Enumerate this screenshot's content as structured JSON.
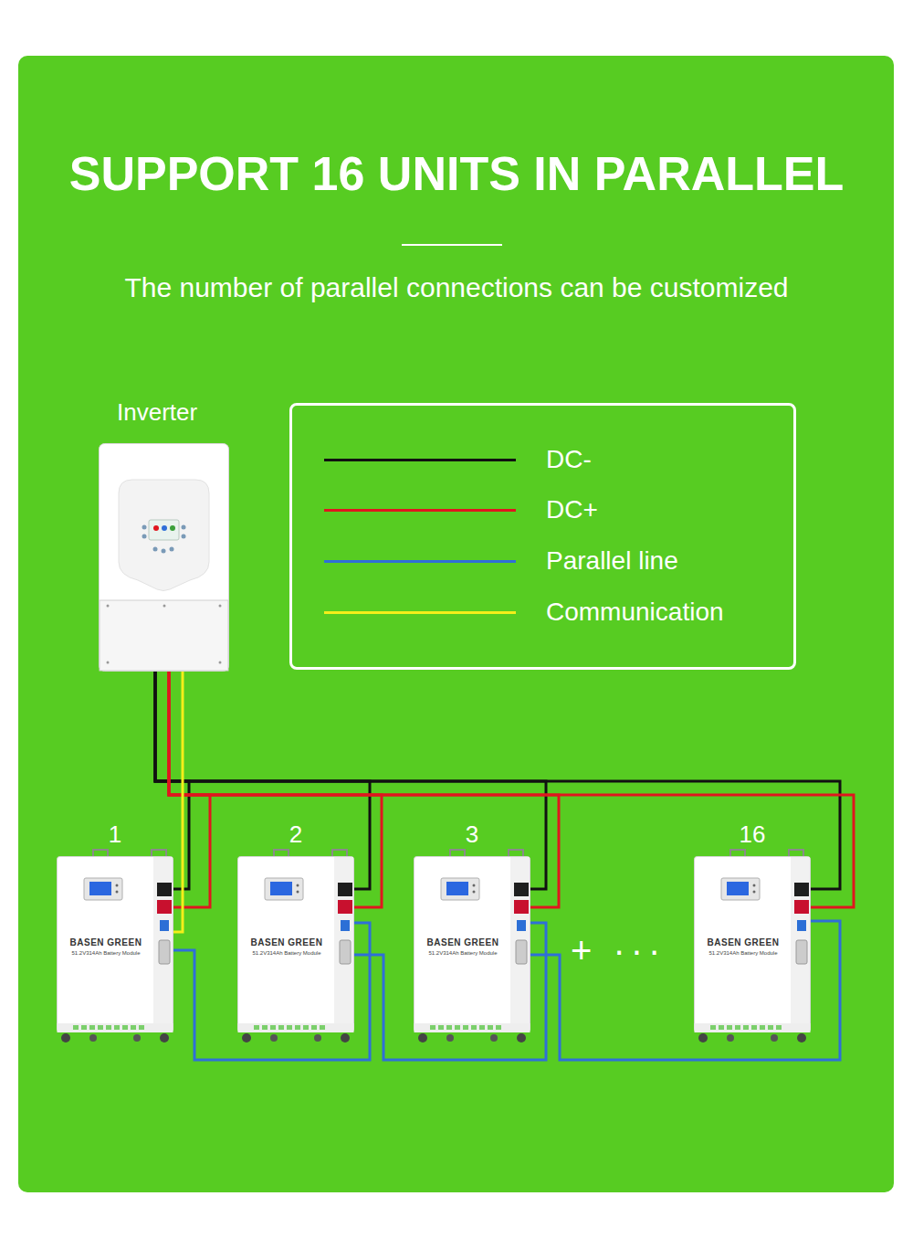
{
  "diagram": {
    "title": "SUPPORT 16 UNITS IN PARALLEL",
    "caption": "The number of parallel connections can be customized",
    "nodes": [
      {
        "text": [
          "Inverter"
        ]
      },
      {
        "text": [
          "1",
          "BASEN GREEN",
          "51.2V314Ah Battery Module"
        ]
      },
      {
        "text": [
          "2",
          "BASEN GREEN",
          "51.2V314Ah Battery Module"
        ]
      },
      {
        "text": [
          "3",
          "BASEN GREEN",
          "51.2V314Ah Battery Module"
        ]
      },
      {
        "text": [
          "16",
          "BASEN GREEN",
          "51.2V314Ah Battery Module"
        ]
      }
    ],
    "edges": [
      {
        "from": 0,
        "to": 1,
        "arrow": "none"
      },
      {
        "from": 0,
        "to": 2,
        "arrow": "none"
      },
      {
        "from": 0,
        "to": 3,
        "arrow": "none"
      },
      {
        "from": 0,
        "to": 4,
        "arrow": "none"
      },
      {
        "from": 0,
        "to": 1,
        "arrow": "none"
      },
      {
        "from": 0,
        "to": 2,
        "arrow": "none"
      },
      {
        "from": 0,
        "to": 3,
        "arrow": "none"
      },
      {
        "from": 0,
        "to": 4,
        "arrow": "none"
      },
      {
        "from": 0,
        "to": 1,
        "arrow": "none"
      },
      {
        "from": 1,
        "to": 2,
        "arrow": "none"
      },
      {
        "from": 2,
        "to": 3,
        "arrow": "none"
      },
      {
        "from": 3,
        "to": 4,
        "arrow": "none"
      }
    ],
    "labels": [
      "+ ···"
    ],
    "legend": [
      {
        "text": "DC-"
      },
      {
        "text": "DC+"
      },
      {
        "text": "Parallel line"
      },
      {
        "text": "Communication"
      }
    ]
  }
}
